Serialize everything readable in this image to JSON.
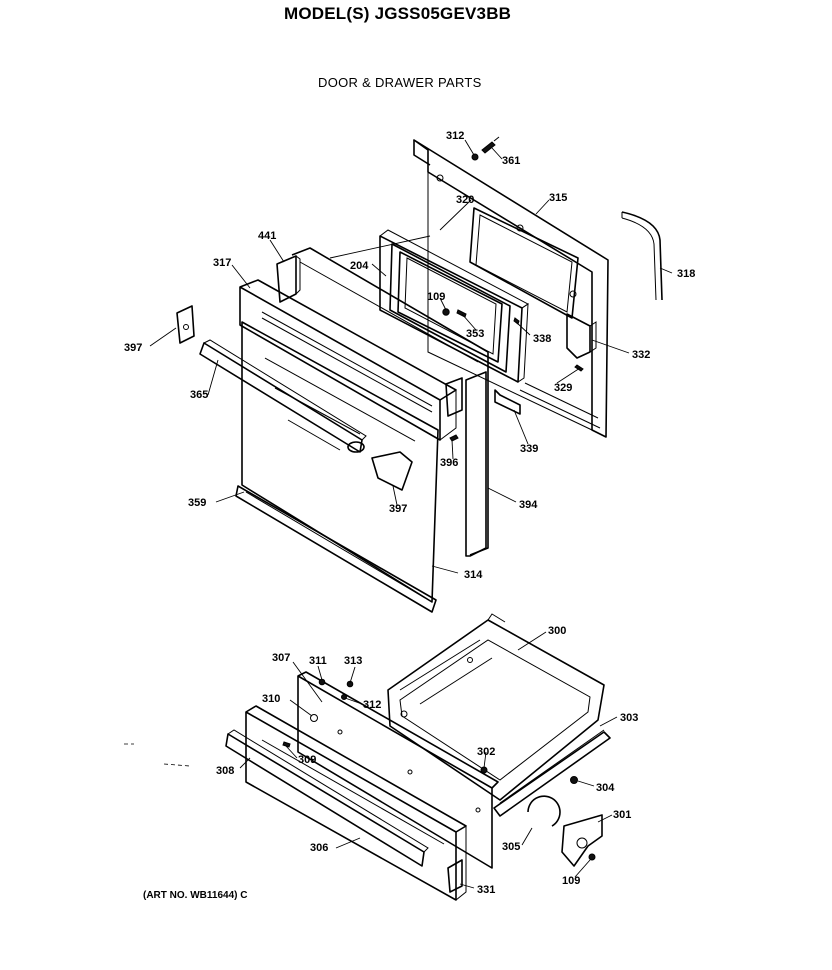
{
  "header": {
    "title": "MODEL(S) JGSS05GEV3BB",
    "subtitle": "DOOR & DRAWER PARTS"
  },
  "footer": {
    "art_no": "(ART NO. WB11644) C"
  },
  "callouts": {
    "c312a": "312",
    "c361": "361",
    "c315": "315",
    "c320": "320",
    "c441": "441",
    "c204": "204",
    "c317": "317",
    "c318": "318",
    "c109a": "109",
    "c353": "353",
    "c338": "338",
    "c332": "332",
    "c397a": "397",
    "c329": "329",
    "c365": "365",
    "c339": "339",
    "c396": "396",
    "c359": "359",
    "c397b": "397",
    "c394": "394",
    "c314": "314",
    "c300": "300",
    "c307": "307",
    "c311": "311",
    "c313": "313",
    "c312b": "312",
    "c310": "310",
    "c303": "303",
    "c302": "302",
    "c309": "309",
    "c308": "308",
    "c304": "304",
    "c301": "301",
    "c306": "306",
    "c305": "305",
    "c109b": "109",
    "c331": "331"
  }
}
